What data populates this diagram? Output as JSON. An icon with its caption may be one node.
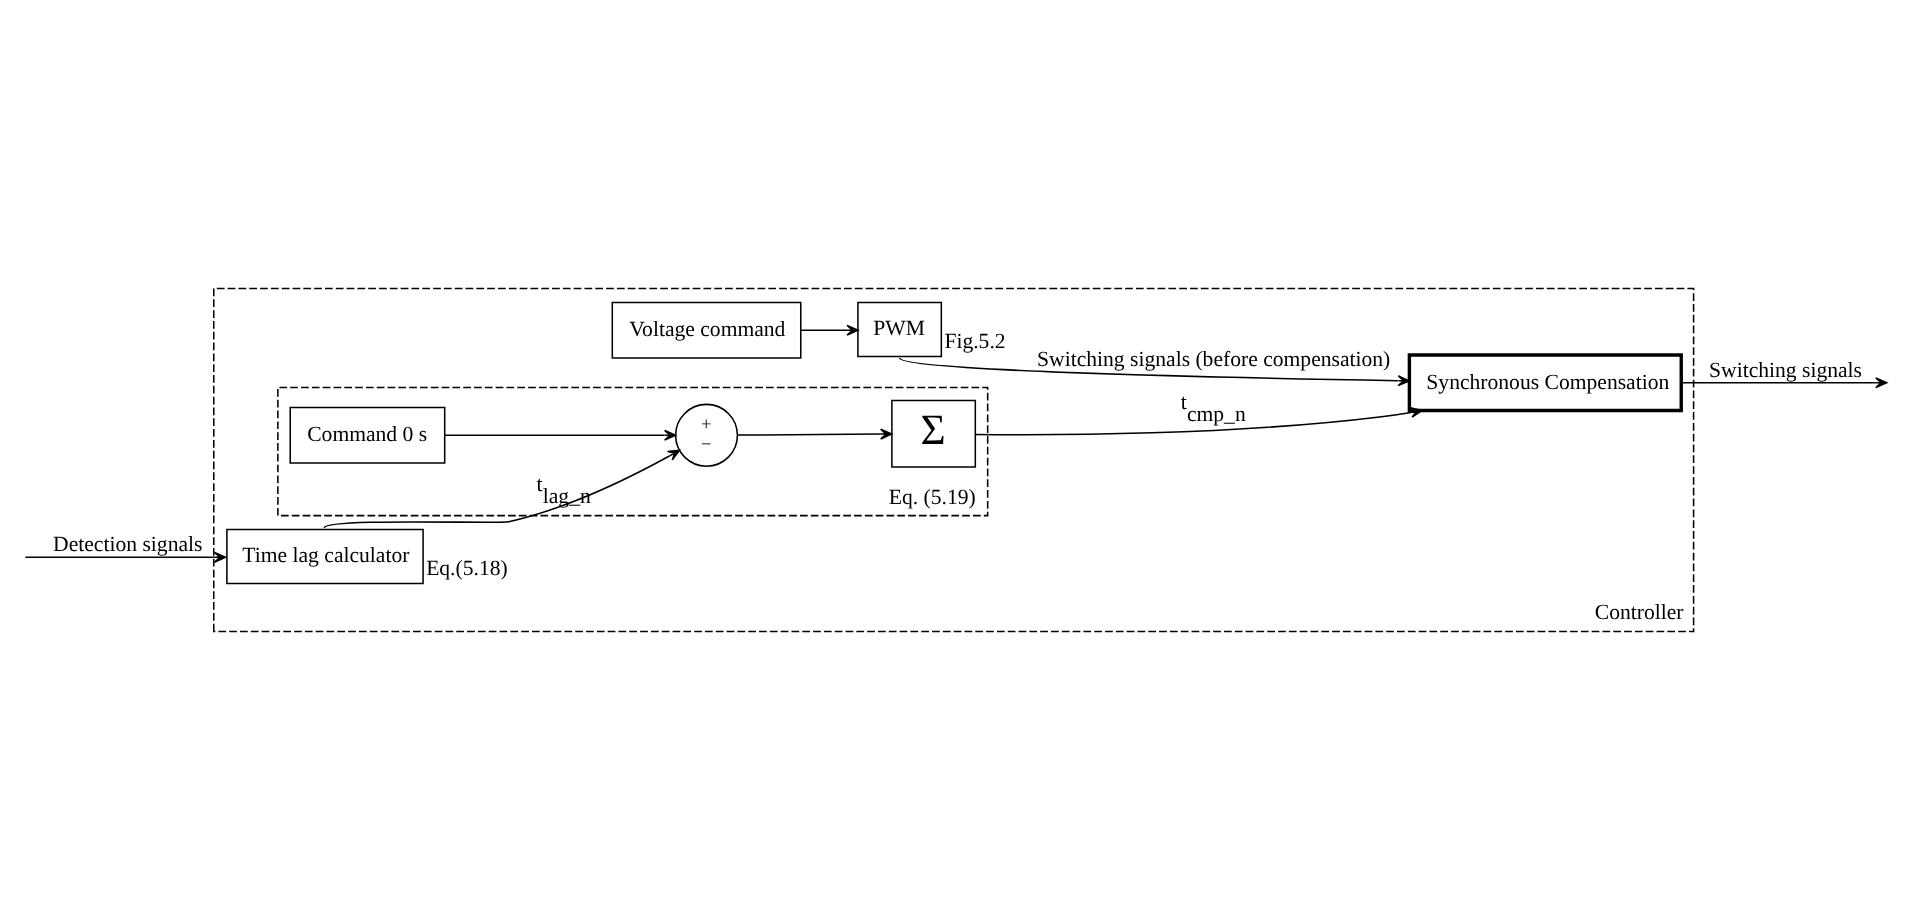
{
  "diagram": {
    "nodes": [
      {
        "text": [
          "Controller"
        ]
      },
      {
        "text": [
          "Voltage command"
        ],
        "in": 0
      },
      {
        "text": [
          "PWM"
        ],
        "in": 0,
        "beside": [
          "Fig.5.2"
        ]
      },
      {
        "text": [
          "Synchronous Compensation"
        ],
        "in": 0
      },
      {
        "text": [],
        "shape": "box",
        "in": 0,
        "beside": [
          "Eq. (5.19)"
        ]
      },
      {
        "text": [
          "Command 0 s"
        ],
        "in": 4
      },
      {
        "text": [
          "+",
          "−"
        ],
        "in": 4
      },
      {
        "text": [
          "Σ"
        ],
        "in": 4
      },
      {
        "text": [
          "Time lag calculator"
        ],
        "in": 0,
        "beside": [
          "Eq.(5.18)"
        ]
      }
    ],
    "edges": [
      {
        "from": 1,
        "to": 2,
        "arrow": "to"
      },
      {
        "from": 2,
        "to": 3,
        "arrow": "to",
        "label": "Switching signals (before compensation)"
      },
      {
        "from": 3,
        "to": null,
        "arrow": "to",
        "label": "Switching signals"
      },
      {
        "from": 5,
        "to": 6,
        "arrow": "to"
      },
      {
        "from": 6,
        "to": 7,
        "arrow": "to"
      },
      {
        "from": 7,
        "to": 3,
        "arrow": "to",
        "label": "t$_{cmp_n}$"
      },
      {
        "from": 8,
        "to": 6,
        "arrow": "to",
        "label": "t$_{lag_n}$"
      },
      {
        "from": null,
        "to": 8,
        "arrow": "to",
        "label": "Detection signals"
      }
    ]
  }
}
